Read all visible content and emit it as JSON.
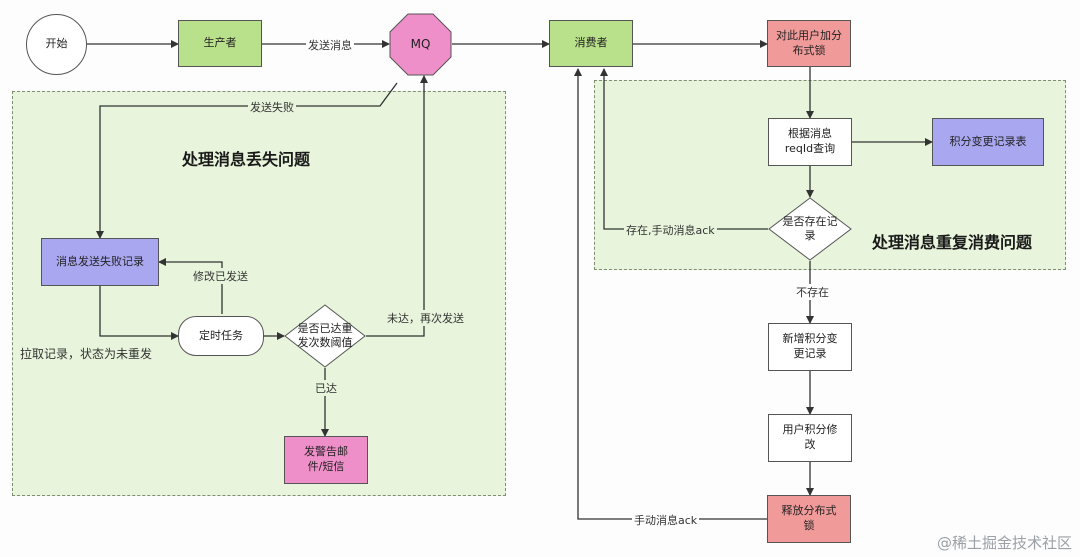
{
  "nodes": {
    "start": "开始",
    "producer": "生产者",
    "mq": "MQ",
    "consumer": "消费者",
    "lock": "对此用户加分布式锁",
    "query": "根据消息reqId查询",
    "points_table": "积分变更记录表",
    "exists": "是否存在记录",
    "add_record": "新增积分变更记录",
    "modify_points": "用户积分修改",
    "release_lock": "释放分布式锁",
    "fail_record": "消息发送失败记录",
    "timer": "定时任务",
    "threshold": "是否已达重发次数阈值",
    "alert": "发警告邮件/短信"
  },
  "edge_labels": {
    "send_msg": "发送消息",
    "send_fail": "发送失败",
    "modify_sent": "修改已发送",
    "pull_records": "拉取记录，状态为未重发",
    "not_reached": "未达，再次发送",
    "reached": "已达",
    "exists_ack": "存在,手动消息ack",
    "not_exists": "不存在",
    "manual_ack": "手动消息ack"
  },
  "groups": {
    "loss_title": "处理消息丢失问题",
    "dup_title": "处理消息重复消费问题"
  },
  "watermark": "@稀土掘金技术社区"
}
